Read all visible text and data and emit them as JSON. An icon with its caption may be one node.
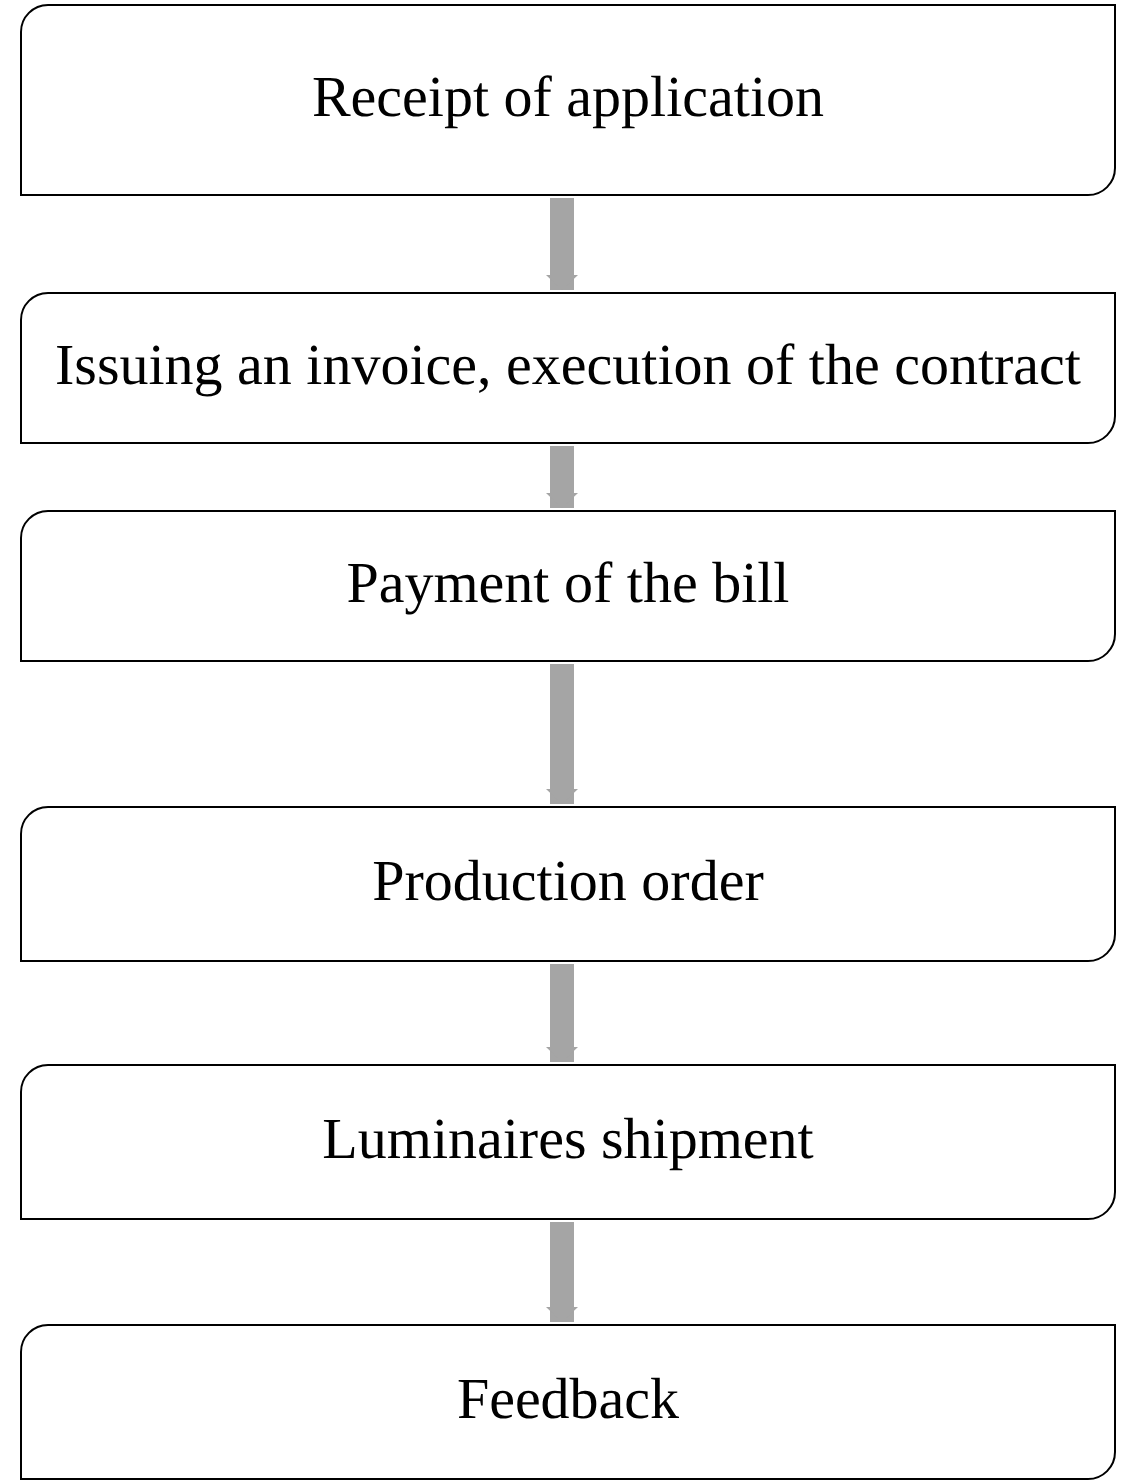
{
  "diagram": {
    "nodes": [
      {
        "text": [
          "Receipt of application"
        ]
      },
      {
        "text": [
          "Issuing an invoice, execution of the contract"
        ]
      },
      {
        "text": [
          "Payment of the bill"
        ]
      },
      {
        "text": [
          "Production order"
        ]
      },
      {
        "text": [
          "Luminaires shipment"
        ]
      },
      {
        "text": [
          "Feedback"
        ]
      }
    ],
    "edges": [
      {
        "from": 0,
        "to": 1,
        "arrow": "to"
      },
      {
        "from": 1,
        "to": 2,
        "arrow": "to"
      },
      {
        "from": 2,
        "to": 3,
        "arrow": "to"
      },
      {
        "from": 3,
        "to": 4,
        "arrow": "to"
      },
      {
        "from": 4,
        "to": 5,
        "arrow": "to"
      }
    ]
  }
}
